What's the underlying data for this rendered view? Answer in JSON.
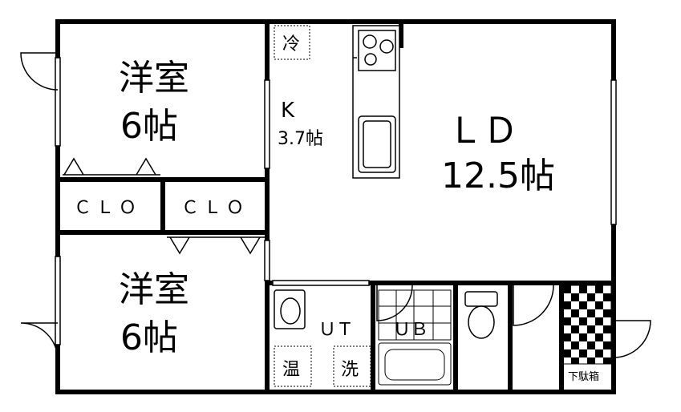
{
  "rooms": {
    "western_top": {
      "name": "洋室",
      "size": "6帖"
    },
    "western_bottom": {
      "name": "洋室",
      "size": "6帖"
    },
    "kitchen": {
      "name": "K",
      "size": "3.7帖"
    },
    "living_dining": {
      "name": "ＬＤ",
      "size": "12.5帖"
    },
    "utility": {
      "name": "ＵＴ"
    },
    "bath": {
      "name": "ＵＢ"
    }
  },
  "closets": {
    "left": "ＣＬＯ",
    "right": "ＣＬＯ"
  },
  "fixtures": {
    "fridge": "冷",
    "water_heater": "温",
    "washer": "洗",
    "shoe_box": "下駄箱"
  }
}
